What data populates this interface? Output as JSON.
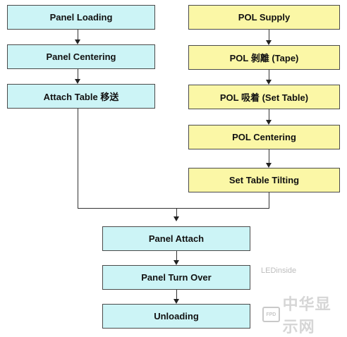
{
  "left_column": [
    "Panel Loading",
    "Panel Centering",
    "Attach Table 移送"
  ],
  "right_column": [
    "POL Supply",
    "POL 剝離 (Tape)",
    "POL 吸着 (Set Table)",
    "POL Centering",
    "Set Table Tilting"
  ],
  "bottom_column": [
    "Panel Attach",
    "Panel Turn Over",
    "Unloading"
  ],
  "colors": {
    "panel_fill": "#ccf4f6",
    "pol_fill": "#fbf7a6",
    "border": "#4a4a4a",
    "connector": "#333333"
  },
  "watermark": {
    "main": "中华显示网",
    "sub": "LEDinside",
    "logo": "FPD"
  }
}
